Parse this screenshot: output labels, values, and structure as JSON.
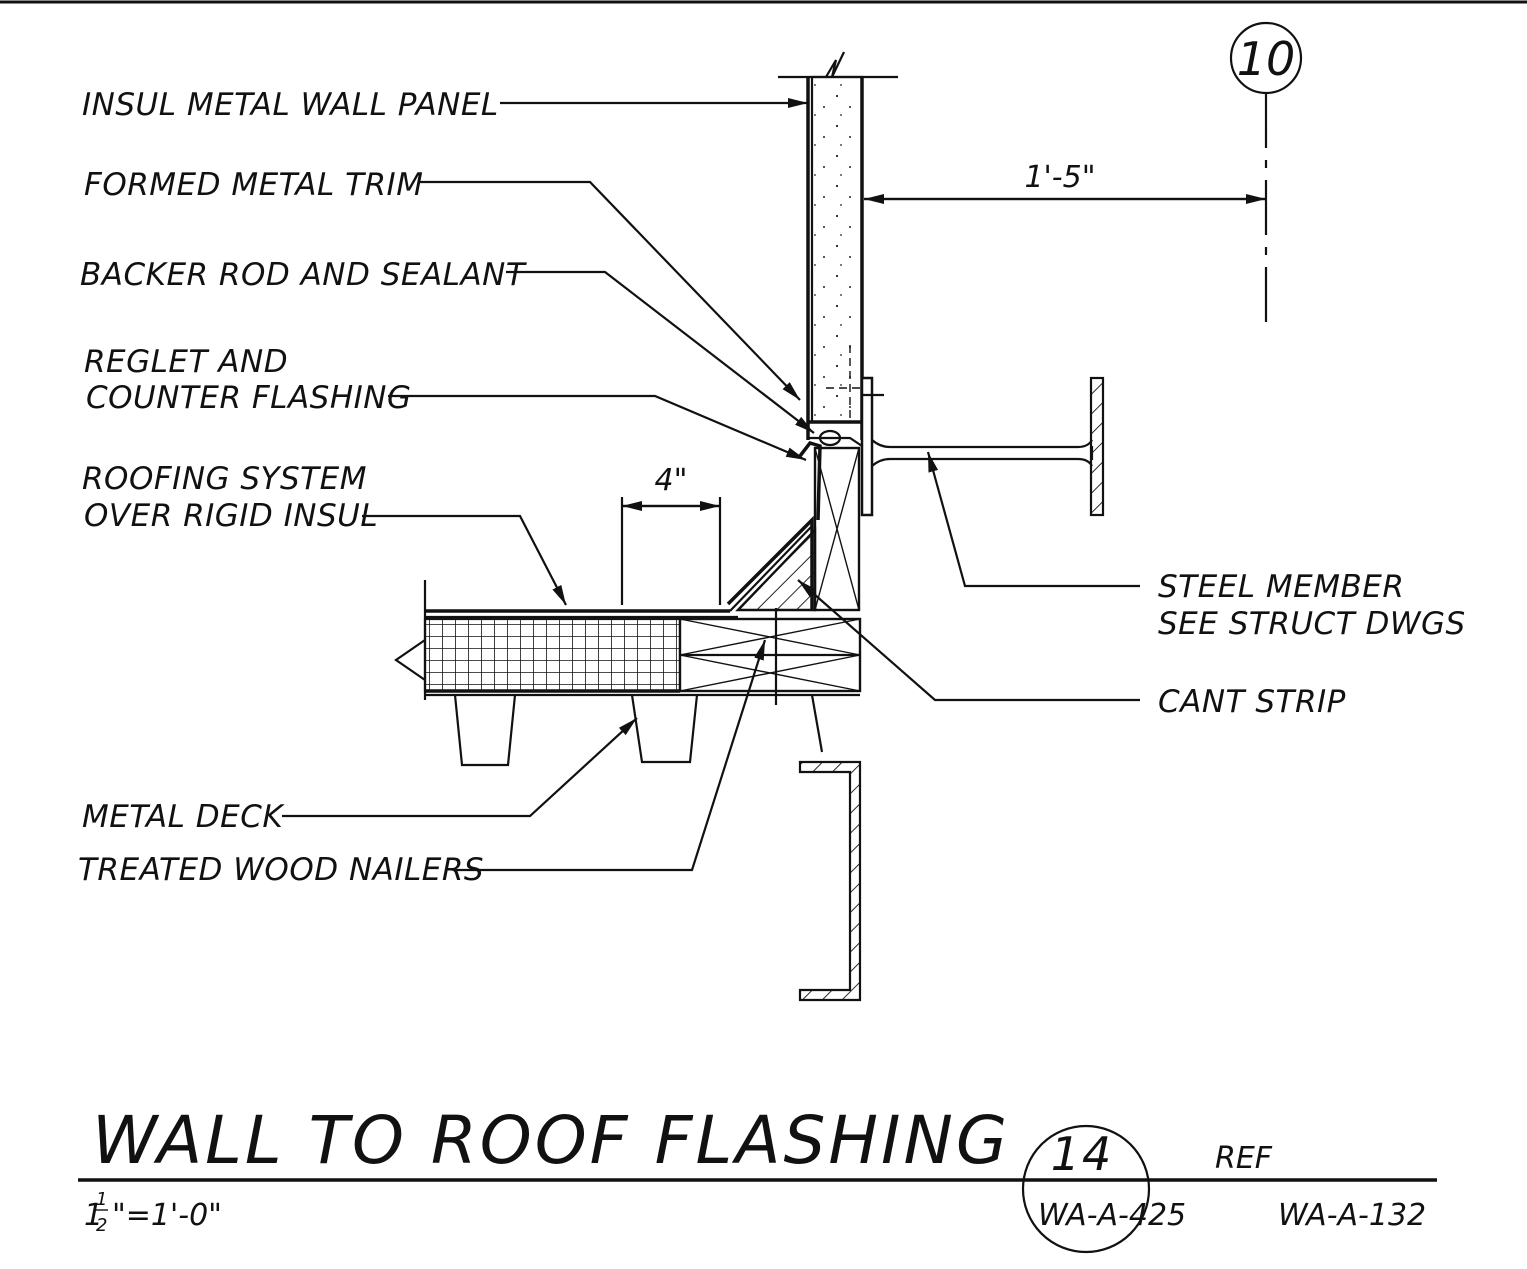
{
  "labels": {
    "insul_metal_wall_panel": "INSUL METAL WALL PANEL",
    "formed_metal_trim": "FORMED METAL TRIM",
    "backer_rod_and_sealant": "BACKER ROD AND SEALANT",
    "reglet_line1": "REGLET AND",
    "reglet_line2": "COUNTER FLASHING",
    "roofing_line1": "ROOFING SYSTEM",
    "roofing_line2": "OVER RIGID INSUL",
    "steel_member_line1": "STEEL MEMBER",
    "steel_member_line2": "SEE STRUCT DWGS",
    "cant_strip": "CANT STRIP",
    "metal_deck": "METAL DECK",
    "treated_wood_nailers": "TREATED WOOD NAILERS"
  },
  "dimensions": {
    "wall_to_gridline": "1'-5\"",
    "flashing_offset": "4\""
  },
  "gridline": "10",
  "title_block": {
    "title": "WALL TO ROOF FLASHING",
    "scale_prefix": "1",
    "scale_num": "1",
    "scale_den": "2",
    "scale_suffix": "\"=1'-0\"",
    "detail_number": "14",
    "ref_label": "REF",
    "sheet_ref_1": "WA-A-425",
    "sheet_ref_2": "WA-A-132"
  }
}
